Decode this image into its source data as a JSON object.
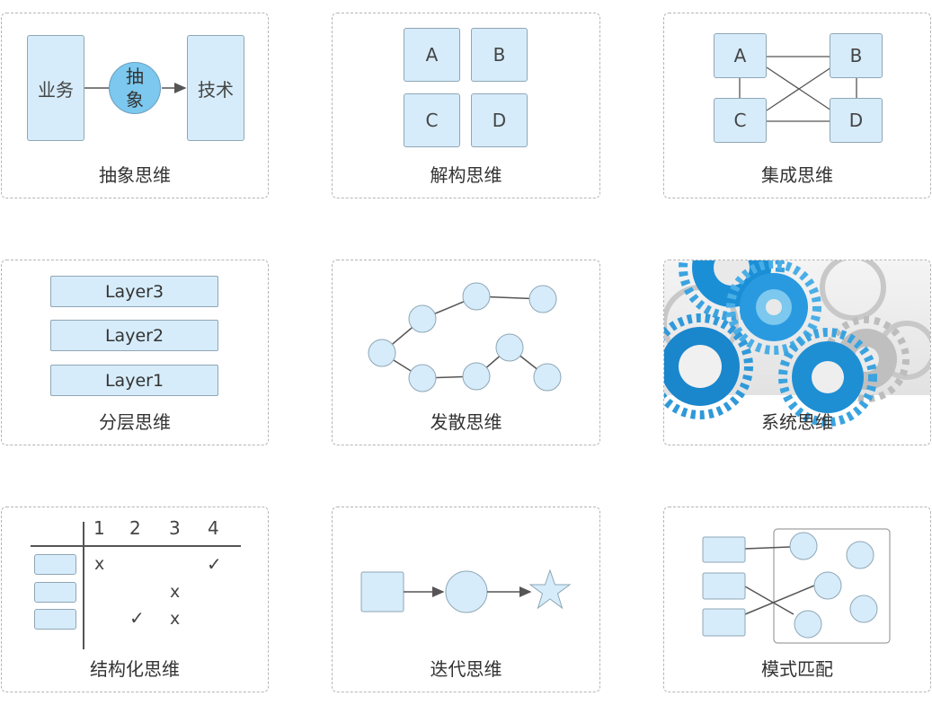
{
  "colors": {
    "box_fill": "#d6ecfa",
    "box_stroke": "#8fa6b5",
    "circle_accent": "#7cc8ee",
    "line": "#555555",
    "card_border": "#b5b5b5"
  },
  "cards": {
    "abstract": {
      "title": "抽象思维",
      "left_box": "业务",
      "circle_line1": "抽",
      "circle_line2": "象",
      "right_box": "技术"
    },
    "decompose": {
      "title": "解构思维",
      "boxes": [
        "A",
        "B",
        "C",
        "D"
      ]
    },
    "integrate": {
      "title": "集成思维",
      "boxes": [
        "A",
        "B",
        "C",
        "D"
      ]
    },
    "layered": {
      "title": "分层思维",
      "layers": [
        "Layer3",
        "Layer2",
        "Layer1"
      ]
    },
    "divergent": {
      "title": "发散思维"
    },
    "system": {
      "title": "系统思维",
      "image": "gears-image"
    },
    "structured": {
      "title": "结构化思维",
      "columns": [
        "1",
        "2",
        "3",
        "4"
      ],
      "marks": [
        {
          "row": 0,
          "col": 0,
          "text": "x"
        },
        {
          "row": 0,
          "col": 3,
          "text": "✓"
        },
        {
          "row": 1,
          "col": 2,
          "text": "x"
        },
        {
          "row": 2,
          "col": 1,
          "text": "✓"
        },
        {
          "row": 2,
          "col": 2,
          "text": "x"
        }
      ]
    },
    "iterative": {
      "title": "迭代思维"
    },
    "pattern": {
      "title": "模式匹配"
    }
  }
}
